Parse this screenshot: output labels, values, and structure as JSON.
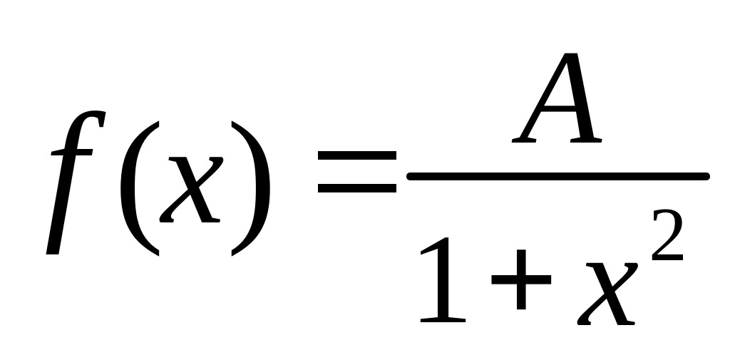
{
  "equation": {
    "lhs": {
      "function_name": "f",
      "open_paren": "(",
      "variable": "x",
      "close_paren": ")"
    },
    "relation": "=",
    "rhs": {
      "numerator": "A",
      "denominator": {
        "constant": "1",
        "operator": "+",
        "variable": "x",
        "exponent": "2"
      }
    }
  }
}
